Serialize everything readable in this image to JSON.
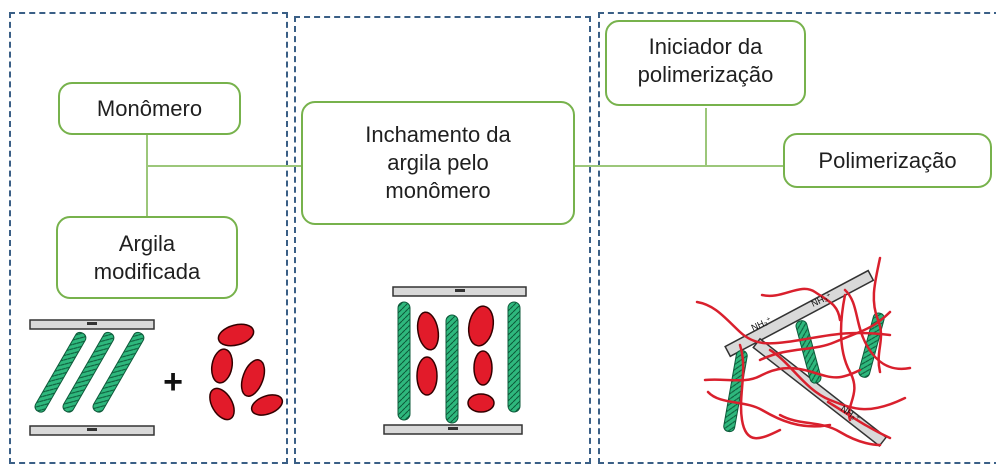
{
  "nodes": {
    "monomero": "Monômero",
    "argila_modificada": "Argila\nmodificada",
    "inchamento": "Inchamento da\nargila pelo\nmonômero",
    "iniciador": "Iniciador da\npolimerização",
    "polimerizacao": "Polimerização"
  },
  "illustration": {
    "plus_sign": "+",
    "ion_labels": [
      "NH₃⁺",
      "NH₃⁺",
      "NH₃⁺"
    ]
  },
  "colors": {
    "panel_border": "#3a5f86",
    "box_border": "#77b24c",
    "connector": "#9cc77a",
    "clay_layer": "#d9d9d9",
    "modifier_chain": "#2eb87d",
    "monomer": "#e21b2a",
    "polymer": "#d9202d"
  }
}
